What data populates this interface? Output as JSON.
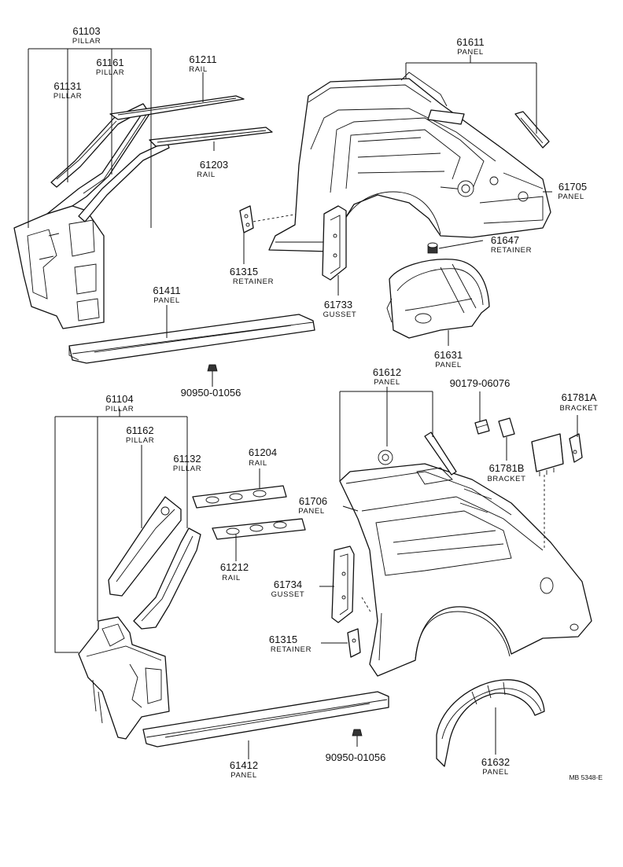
{
  "callouts": {
    "c61103": {
      "num": "61103",
      "name": "PILLAR"
    },
    "c61161": {
      "num": "61161",
      "name": "PILLAR"
    },
    "c61131": {
      "num": "61131",
      "name": "PILLAR"
    },
    "c61211": {
      "num": "61211",
      "name": "RAIL"
    },
    "c61203": {
      "num": "61203",
      "name": "RAIL"
    },
    "c61611": {
      "num": "61611",
      "name": "PANEL"
    },
    "c61705": {
      "num": "61705",
      "name": "PANEL"
    },
    "c61647": {
      "num": "61647",
      "name": "RETAINER"
    },
    "c61315a": {
      "num": "61315",
      "name": "RETAINER"
    },
    "c61733": {
      "num": "61733",
      "name": "GUSSET"
    },
    "c61631": {
      "num": "61631",
      "name": "PANEL"
    },
    "c61411": {
      "num": "61411",
      "name": "PANEL"
    },
    "c61104": {
      "num": "61104",
      "name": "PILLAR"
    },
    "c61162": {
      "num": "61162",
      "name": "PILLAR"
    },
    "c61132": {
      "num": "61132",
      "name": "PILLAR"
    },
    "c61204": {
      "num": "61204",
      "name": "RAIL"
    },
    "c61212": {
      "num": "61212",
      "name": "RAIL"
    },
    "c61612": {
      "num": "61612",
      "name": "PANEL"
    },
    "c61706": {
      "num": "61706",
      "name": "PANEL"
    },
    "c61734": {
      "num": "61734",
      "name": "GUSSET"
    },
    "c61315b": {
      "num": "61315",
      "name": "RETAINER"
    },
    "c61781a": {
      "num": "61781A",
      "name": "BRACKET"
    },
    "c61781b": {
      "num": "61781B",
      "name": "BRACKET"
    },
    "c61412": {
      "num": "61412",
      "name": "PANEL"
    },
    "c61632": {
      "num": "61632",
      "name": "PANEL"
    }
  },
  "bolts": {
    "b1": "90950-01056",
    "b2": "90179-06076",
    "b3": "90950-01056"
  },
  "diagram_code": "MB 5348-E"
}
